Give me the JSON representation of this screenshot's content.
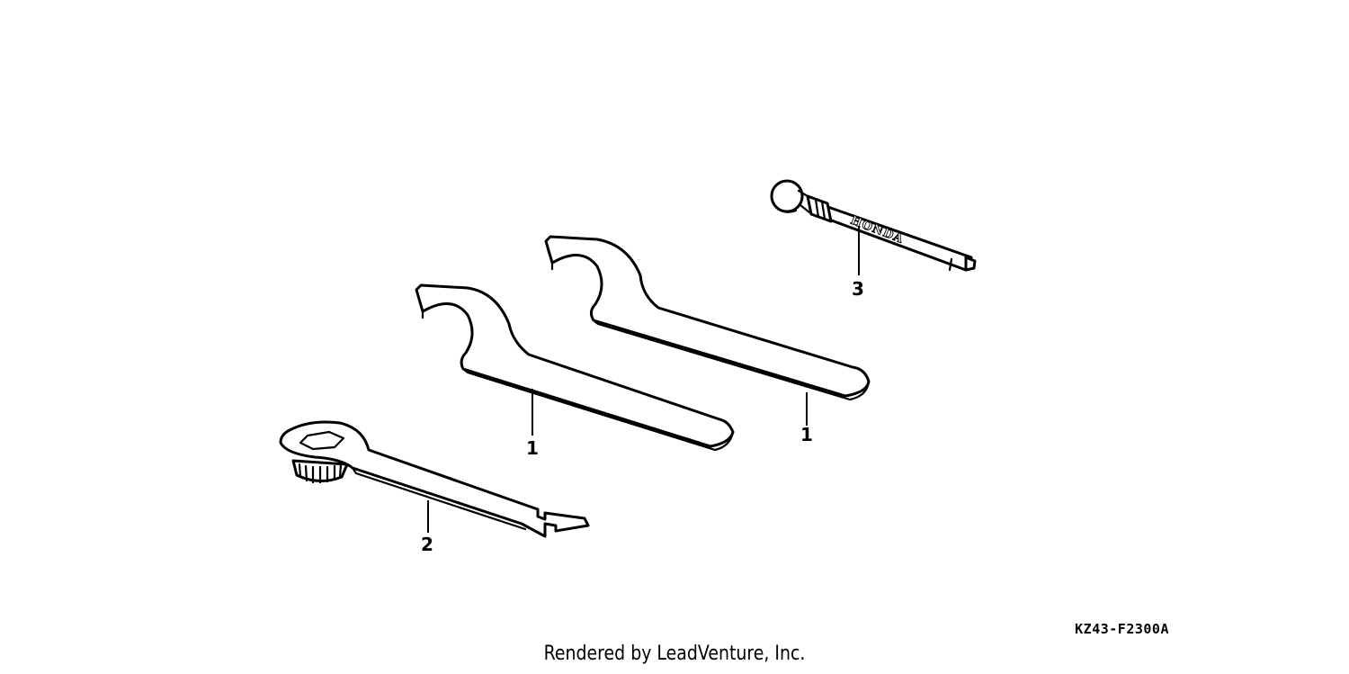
{
  "parts": [
    {
      "ref": "1",
      "kind": "pin-spanner-wrench"
    },
    {
      "ref": "1",
      "kind": "pin-spanner-wrench"
    },
    {
      "ref": "2",
      "kind": "spark-plug-wrench"
    },
    {
      "ref": "3",
      "kind": "tire-pressure-gauge",
      "brand": "HONDA"
    }
  ],
  "figure_code": "KZ43-F2300A",
  "footer": "Rendered by LeadVenture, Inc."
}
